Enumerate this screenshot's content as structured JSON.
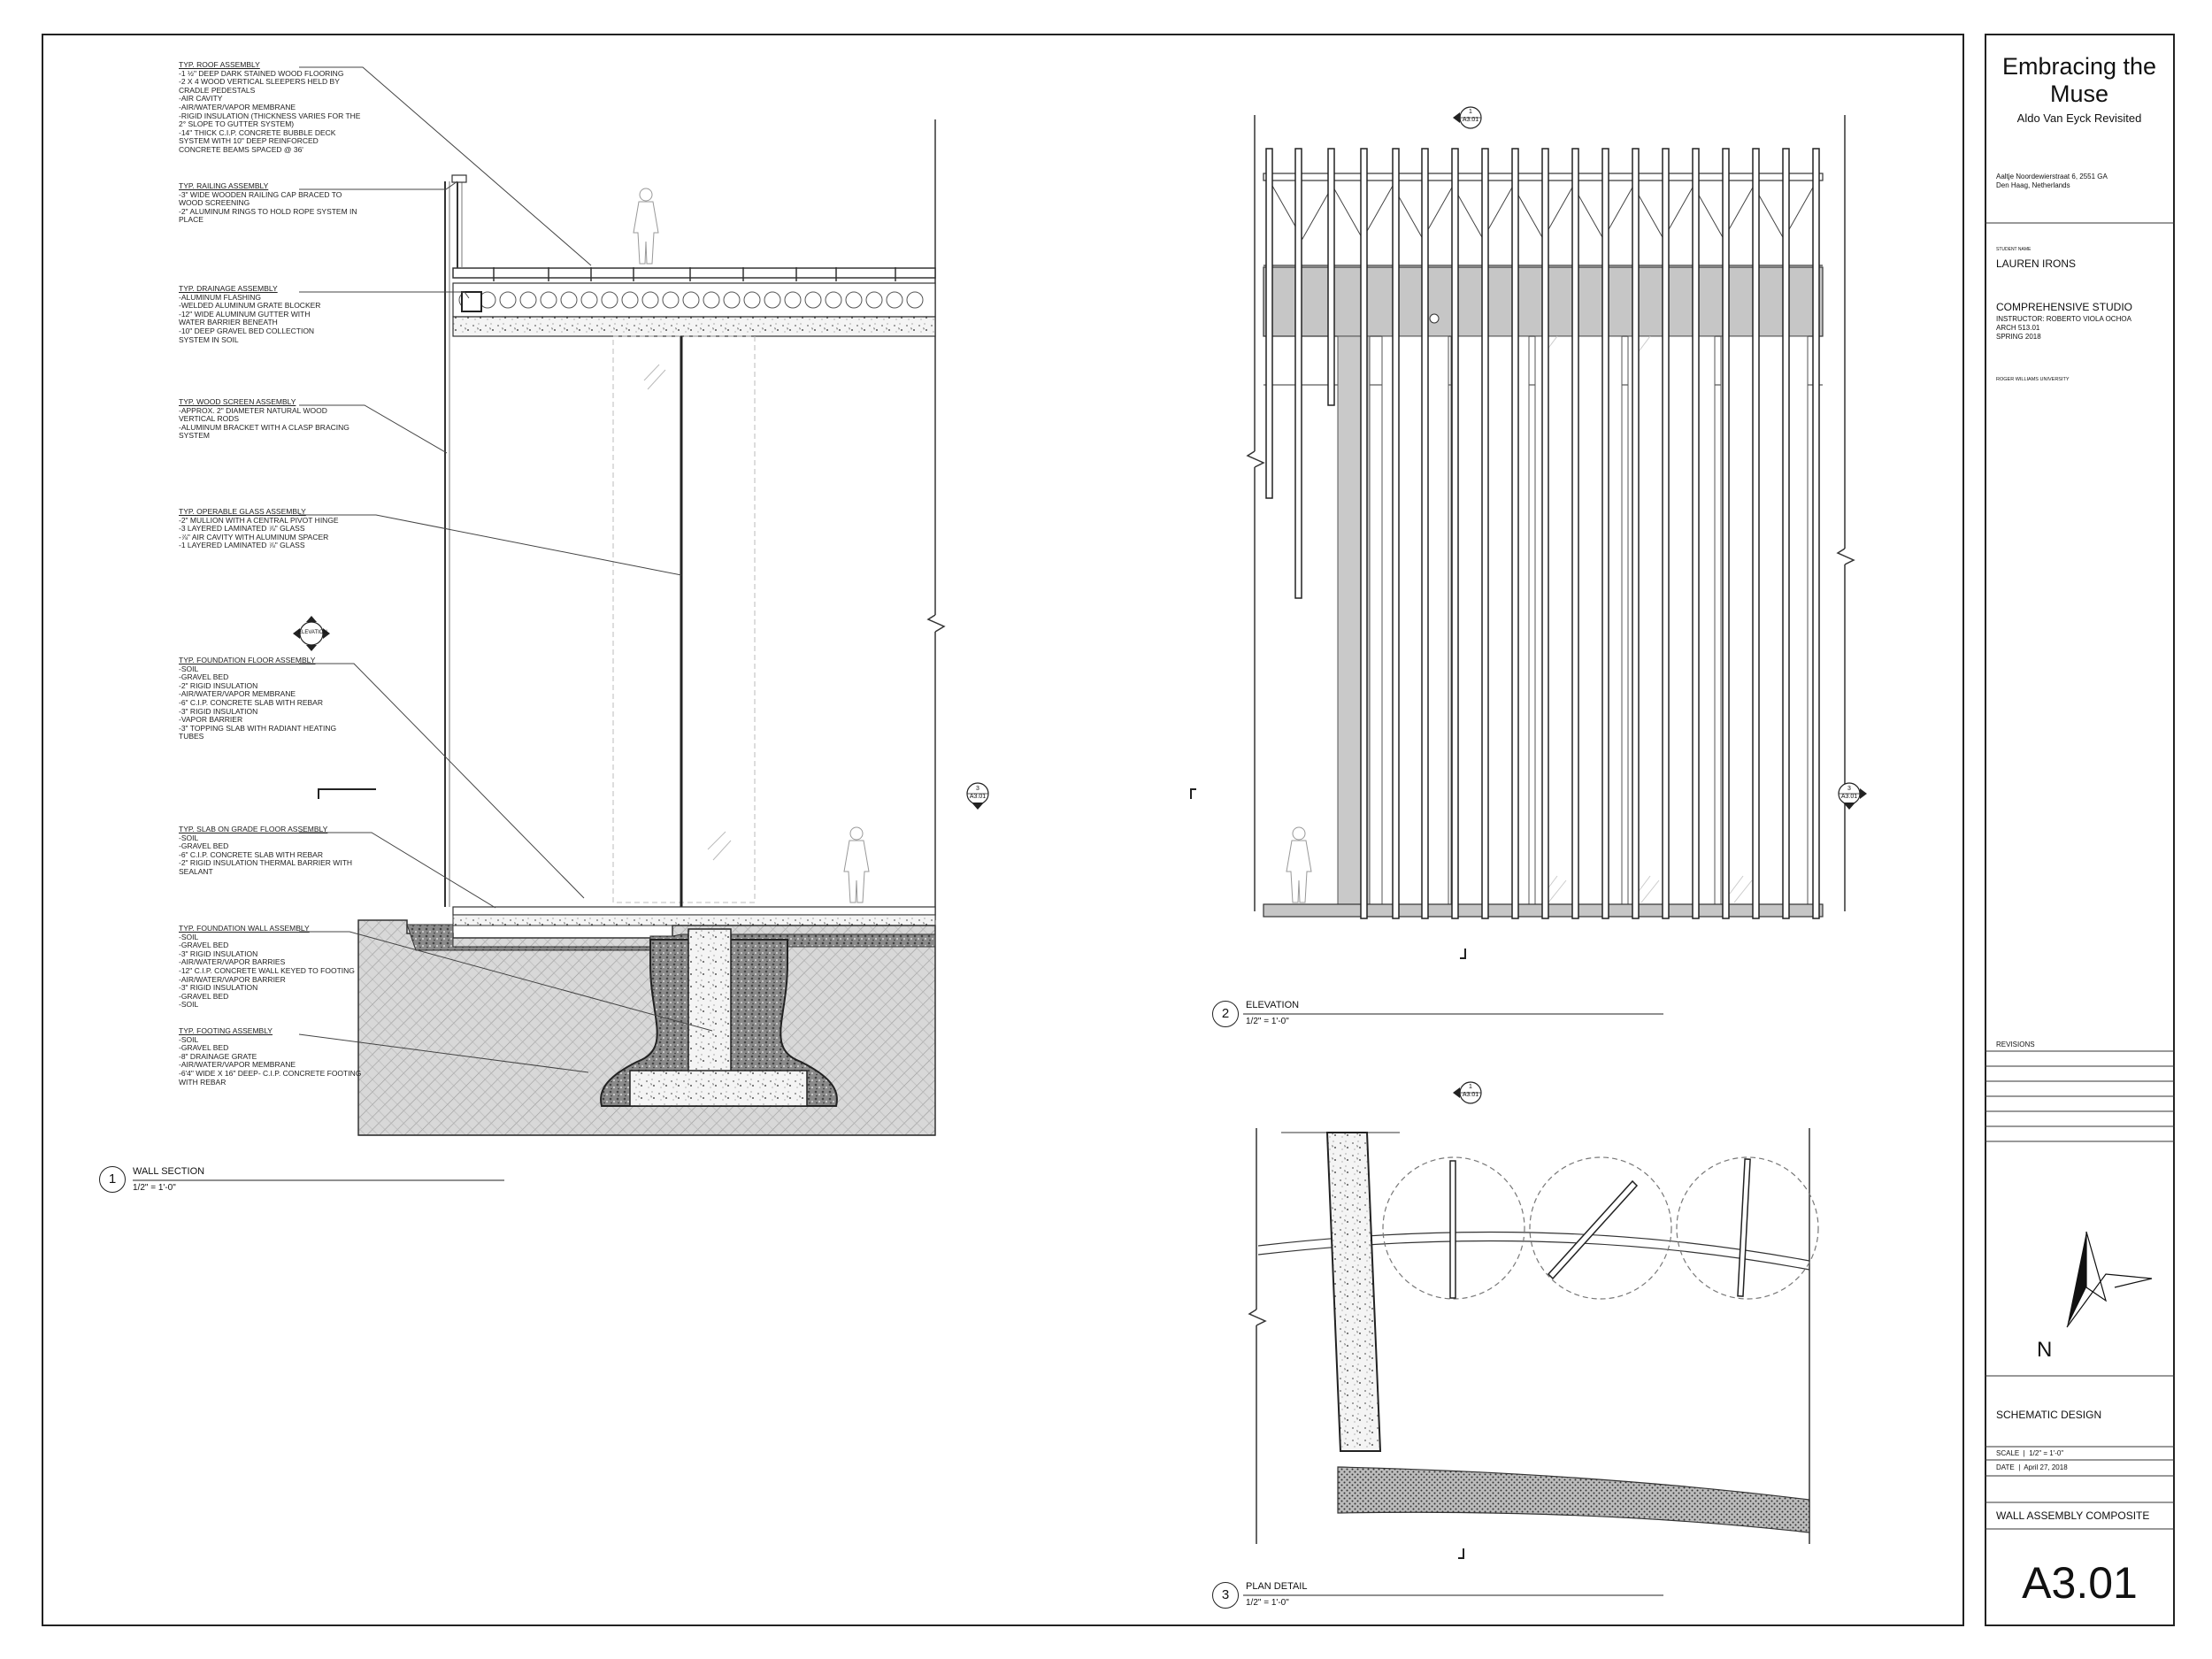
{
  "title_block": {
    "project_title": "Embracing the Muse",
    "project_subtitle": "Aldo Van Eyck Revisited",
    "address_line1": "Aaltje Noordewierstraat 6, 2551 GA",
    "address_line2": "Den Haag, Netherlands",
    "student_label": "STUDENT NAME",
    "student_name": "LAUREN IRONS",
    "course": "COMPREHENSIVE STUDIO",
    "instructor": "INSTRUCTOR: ROBERTO VIOLA OCHOA",
    "course_code": "ARCH 513.01",
    "term": "SPRING 2018",
    "university": "ROGER WILLIAMS UNIVERSITY",
    "revisions_label": "REVISIONS",
    "north_label": "N",
    "phase": "SCHEMATIC DESIGN",
    "scale_label": "SCALE",
    "scale_value": "1/2\" = 1'-0\"",
    "date_label": "DATE",
    "date_value": "April 27, 2018",
    "sheet_title": "WALL ASSEMBLY COMPOSITE",
    "sheet_number": "A3.01"
  },
  "views": [
    {
      "number": "1",
      "title": "WALL SECTION",
      "scale": "1/2\" = 1'-0\""
    },
    {
      "number": "2",
      "title": "ELEVATION",
      "scale": "1/2\" = 1'-0\""
    },
    {
      "number": "3",
      "title": "PLAN DETAIL",
      "scale": "1/2\" = 1'-0\""
    }
  ],
  "markers": {
    "elevation_tag": "ELEVATION",
    "ref_1": "1",
    "ref_3": "3",
    "ref_sheet": "A3.01"
  },
  "annotations": [
    {
      "heading": "TYP. ROOF ASSEMBLY",
      "lines": [
        "-1 ½\" DEEP DARK STAINED WOOD FLOORING",
        "-2 X 4 WOOD VERTICAL SLEEPERS HELD BY",
        "CRADLE PEDESTALS",
        "-AIR CAVITY",
        "-AIR/WATER/VAPOR MEMBRANE",
        "-RIGID INSULATION (THICKNESS VARIES FOR THE",
        "2° SLOPE TO GUTTER SYSTEM)",
        "-14\" THICK C.I.P. CONCRETE BUBBLE DECK",
        "SYSTEM WITH 10\" DEEP REINFORCED",
        "CONCRETE BEAMS SPACED @ 36'"
      ]
    },
    {
      "heading": "TYP. RAILING ASSEMBLY",
      "lines": [
        "-3\" WIDE WOODEN RAILING CAP BRACED TO",
        "WOOD SCREENING",
        "-2\" ALUMINUM RINGS TO HOLD ROPE SYSTEM IN",
        "PLACE"
      ]
    },
    {
      "heading": "TYP. DRAINAGE ASSEMBLY",
      "lines": [
        "-ALUMINUM FLASHING",
        "-WELDED ALUMINUM GRATE BLOCKER",
        "-12\" WIDE ALUMINUM GUTTER WITH",
        "WATER BARRIER BENEATH",
        "-10\" DEEP GRAVEL BED COLLECTION",
        "SYSTEM IN SOIL"
      ]
    },
    {
      "heading": "TYP. WOOD SCREEN ASSEMBLY",
      "lines": [
        "-APPROX. 2\" DIAMETER NATURAL WOOD",
        "VERTICAL RODS",
        "-ALUMINUM BRACKET WITH A CLASP BRACING",
        "SYSTEM"
      ]
    },
    {
      "heading": "TYP. OPERABLE GLASS ASSEMBLY",
      "lines": [
        "-2\" MULLION WITH A CENTRAL PIVOT HINGE",
        "-3 LAYERED LAMINATED ⅞\" GLASS",
        "-⅞\" AIR CAVITY WITH ALUMINUM SPACER",
        "-1 LAYERED LAMINATED ⅞\" GLASS"
      ]
    },
    {
      "heading": "TYP. FOUNDATION FLOOR ASSEMBLY",
      "lines": [
        "-SOIL",
        "-GRAVEL BED",
        "-2\" RIGID INSULATION",
        "-AIR/WATER/VAPOR MEMBRANE",
        "-6\" C.I.P. CONCRETE SLAB WITH REBAR",
        "-3\" RIGID INSULATION",
        "-VAPOR BARRIER",
        "-3\" TOPPING SLAB WITH RADIANT HEATING",
        "TUBES"
      ]
    },
    {
      "heading": "TYP. SLAB ON GRADE FLOOR ASSEMBLY",
      "lines": [
        "-SOIL",
        "-GRAVEL BED",
        "-6\" C.I.P. CONCRETE SLAB WITH REBAR",
        "-2\" RIGID INSULATION THERMAL BARRIER WITH",
        "SEALANT"
      ]
    },
    {
      "heading": "TYP. FOUNDATION WALL ASSEMBLY",
      "lines": [
        "-SOIL",
        "-GRAVEL BED",
        "-3\" RIGID INSULATION",
        "-AIR/WATER/VAPOR BARRIES",
        "-12\" C.I.P. CONCRETE WALL KEYED TO FOOTING",
        "-AIR/WATER/VAPOR BARRIER",
        "-3\" RIGID INSULATION",
        "-GRAVEL BED",
        "-SOIL"
      ]
    },
    {
      "heading": "TYP. FOOTING ASSEMBLY",
      "lines": [
        "-SOIL",
        "-GRAVEL BED",
        "-8\" DRAINAGE GRATE",
        "-AIR/WATER/VAPOR MEMBRANE",
        "-6'4\" WIDE X 16\" DEEP- C.I.P. CONCRETE FOOTING",
        "WITH REBAR"
      ]
    }
  ]
}
